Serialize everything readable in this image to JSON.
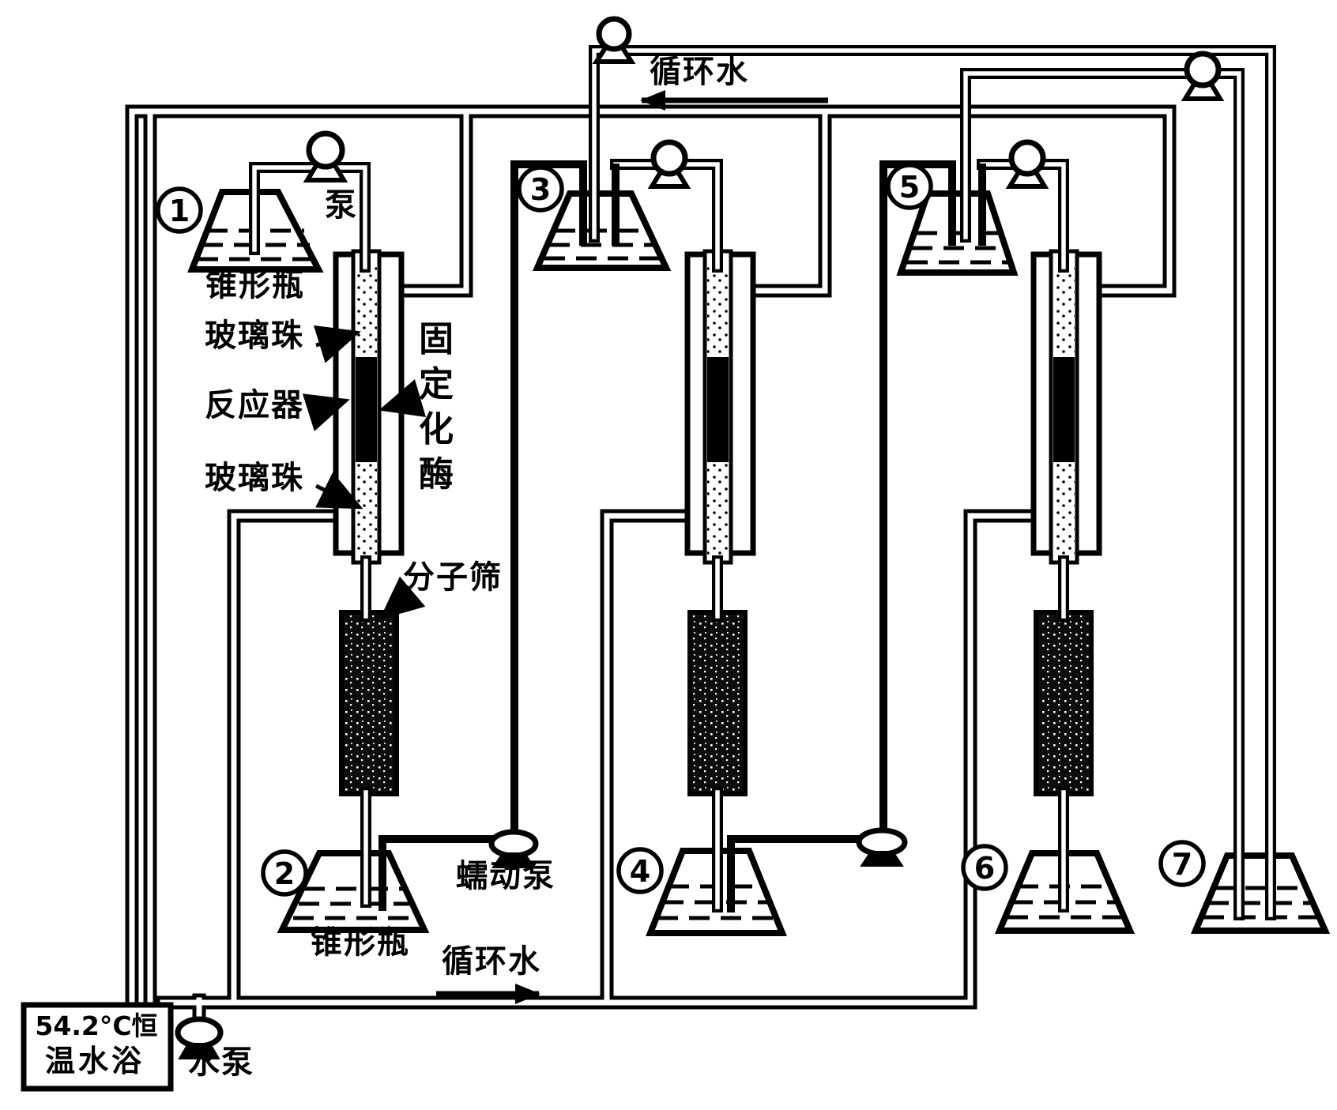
{
  "diagram": {
    "colors": {
      "ink": "#000000",
      "paper": "#ffffff"
    },
    "labels": {
      "pump": "泵",
      "conical_flask_top": "锥形瓶",
      "glass_beads_upper": "玻璃珠",
      "reactor": "反应器",
      "immobilized_enzyme_chars": [
        "固",
        "定",
        "化",
        "酶"
      ],
      "glass_beads_lower": "玻璃珠",
      "molecular_sieve": "分子筛",
      "circulating_water_top": "循环水",
      "circulating_water_bottom": "循环水",
      "peristaltic_pump": "蠕动泵",
      "conical_flask_bottom": "锥形瓶",
      "water_pump": "水泵",
      "water_bath_line1": "54.2°C恒",
      "water_bath_line2": "温水浴"
    },
    "flask_numbers": [
      "1",
      "2",
      "3",
      "4",
      "5",
      "6",
      "7"
    ]
  }
}
